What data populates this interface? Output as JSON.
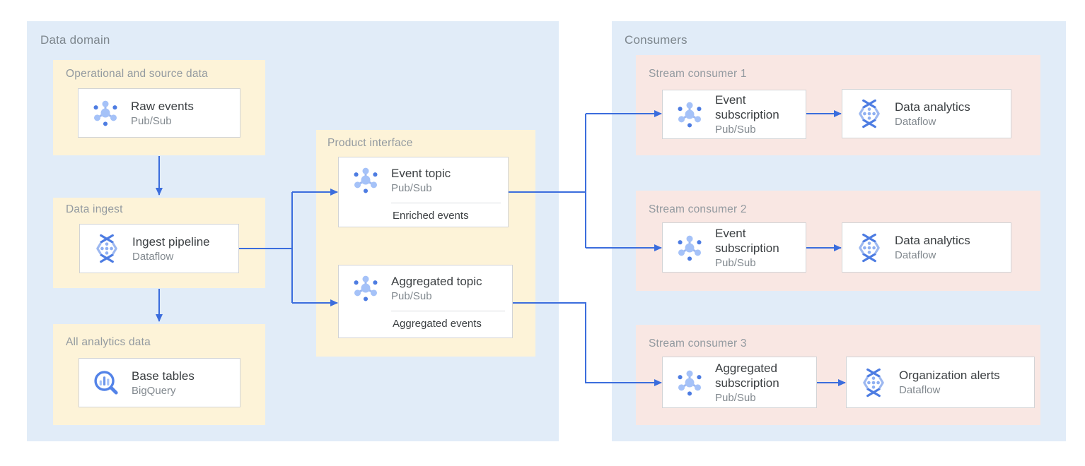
{
  "colors": {
    "zone_blue": "#e1ecf8",
    "zone_yellow": "#fdf3d8",
    "zone_pink": "#f9e7e3",
    "arrow_blue": "#3b6ddd",
    "card_border": "#d2d4d6",
    "title_gray": "#7d868d",
    "label_gray": "#939aa0",
    "text_dark": "#3c4043",
    "text_gray": "#82898f",
    "icon_blue_dark": "#4d7ce2",
    "icon_blue_light": "#a5c2f8"
  },
  "data_domain": {
    "title": "Data domain",
    "operational": {
      "title": "Operational and source data",
      "card": {
        "name": "Raw events",
        "service": "Pub/Sub",
        "icon": "pubsub-icon"
      }
    },
    "ingest": {
      "title": "Data ingest",
      "card": {
        "name": "Ingest pipeline",
        "service": "Dataflow",
        "icon": "dataflow-icon"
      }
    },
    "analytics": {
      "title": "All analytics data",
      "card": {
        "name": "Base tables",
        "service": "BigQuery",
        "icon": "bigquery-icon"
      }
    },
    "product_interface": {
      "title": "Product interface",
      "event_topic": {
        "name": "Event topic",
        "service": "Pub/Sub",
        "label": "Enriched events",
        "icon": "pubsub-icon"
      },
      "aggregated_topic": {
        "name": "Aggregated topic",
        "service": "Pub/Sub",
        "label": "Aggregated events",
        "icon": "pubsub-icon"
      }
    }
  },
  "consumers": {
    "title": "Consumers",
    "stream_consumer_1": {
      "title": "Stream consumer 1",
      "subscription": {
        "name": "Event subscription",
        "service": "Pub/Sub",
        "icon": "pubsub-icon"
      },
      "processor": {
        "name": "Data analytics",
        "service": "Dataflow",
        "icon": "dataflow-icon"
      }
    },
    "stream_consumer_2": {
      "title": "Stream consumer 2",
      "subscription": {
        "name": "Event subscription",
        "service": "Pub/Sub",
        "icon": "pubsub-icon"
      },
      "processor": {
        "name": "Data analytics",
        "service": "Dataflow",
        "icon": "dataflow-icon"
      }
    },
    "stream_consumer_3": {
      "title": "Stream consumer 3",
      "subscription": {
        "name": "Aggregated subscription",
        "service": "Pub/Sub",
        "icon": "pubsub-icon"
      },
      "processor": {
        "name": "Organization alerts",
        "service": "Dataflow",
        "icon": "dataflow-icon"
      }
    }
  }
}
